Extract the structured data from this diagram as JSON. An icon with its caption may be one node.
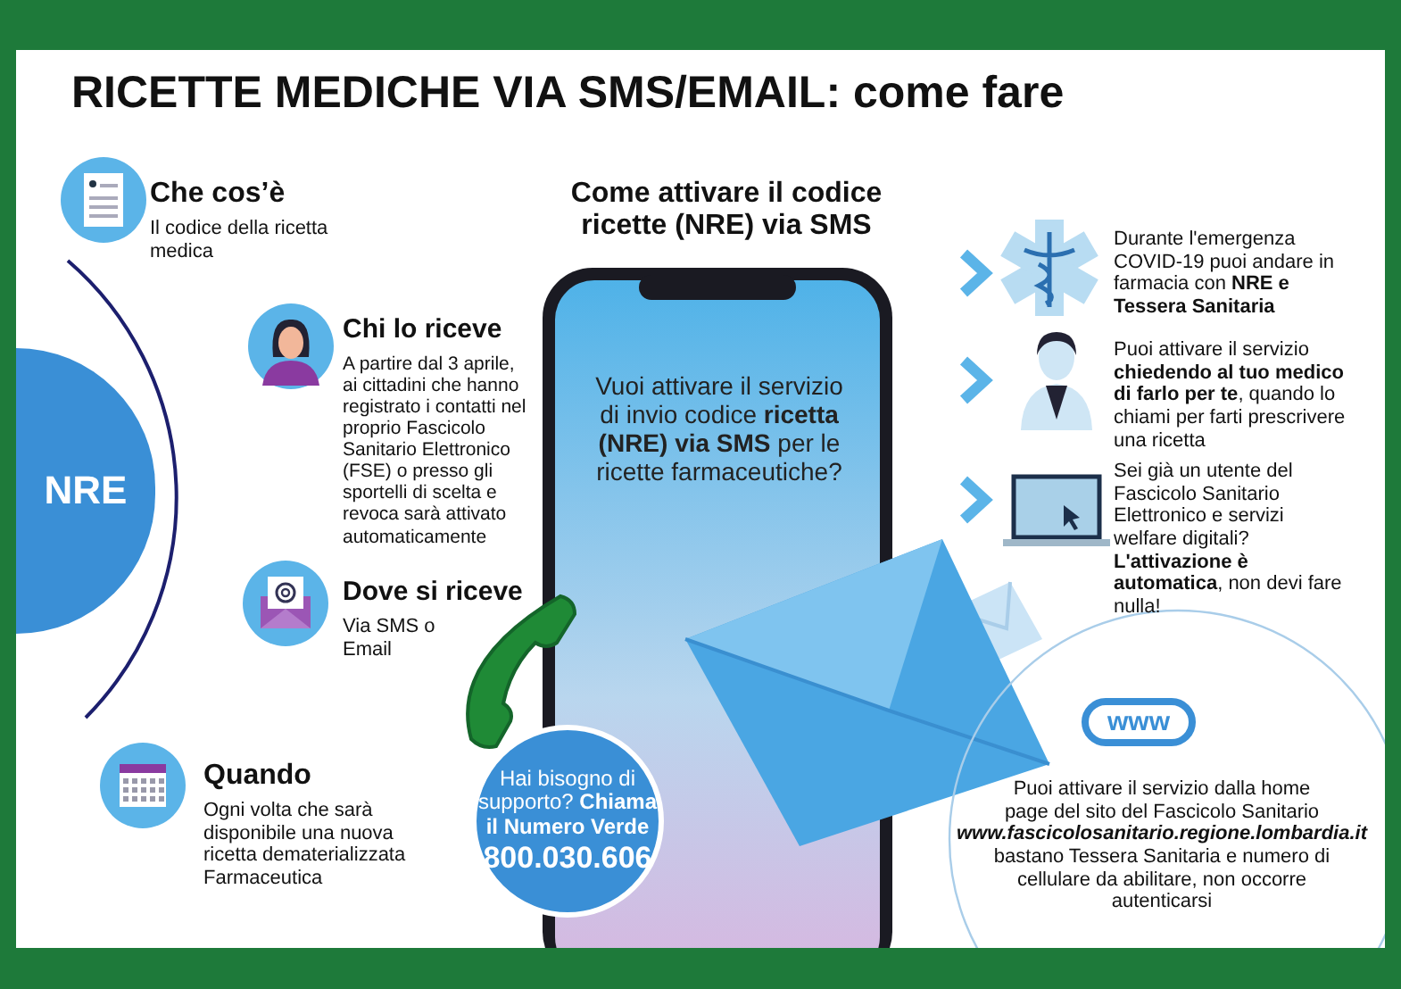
{
  "diagram": {
    "title": "RICETTE MEDICHE VIA SMS/EMAIL: come fare",
    "nodes": [
      {
        "text": [
          "NRE"
        ]
      },
      {
        "text": [
          "Vuoi attivare il servizio di invio codice **ricetta (NRE) via SMS** per le ricette farmaceutiche?"
        ]
      },
      {
        "text": [
          "Hai bisogno di supporto? **Chiama il Numero Verde**",
          "800.030.606"
        ]
      },
      {
        "text": [
          "Puoi attivare il servizio dalla home page del sito del Fascicolo Sanitario",
          "www.fascicolosanitario.regione.lombardia.it",
          "bastano Tessera Sanitaria e numero di cellulare da abilitare, non occorre autenticarsi"
        ]
      }
    ],
    "labels": [
      "Come attivare il codice ricette (NRE) via SMS",
      "Che cos’è",
      "Il codice della ricetta medica",
      "Chi lo riceve",
      "A partire dal 3 aprile, ai cittadini che hanno registrato i contatti nel proprio Fascicolo Sanitario Elettronico (FSE) o presso gli sportelli di scelta e revoca sarà attivato automaticamente",
      "Dove si riceve",
      "Via SMS o Email",
      "Quando",
      "Ogni volta che sarà disponibile una nuova ricetta dematerializzata Farmaceutica",
      "Durante l'emergenza COVID-19 puoi andare in farmacia con **NRE e Tessera Sanitaria**",
      "Puoi attivare il servizio **chiedendo al tuo medico di farlo per te**, quando lo chiami per farti prescrivere una ricetta",
      "Sei già un utente del Fascicolo Sanitario Elettronico e servizi welfare digitali? **L'attivazione è automatica**, non devi fare nulla!",
      "www"
    ]
  }
}
